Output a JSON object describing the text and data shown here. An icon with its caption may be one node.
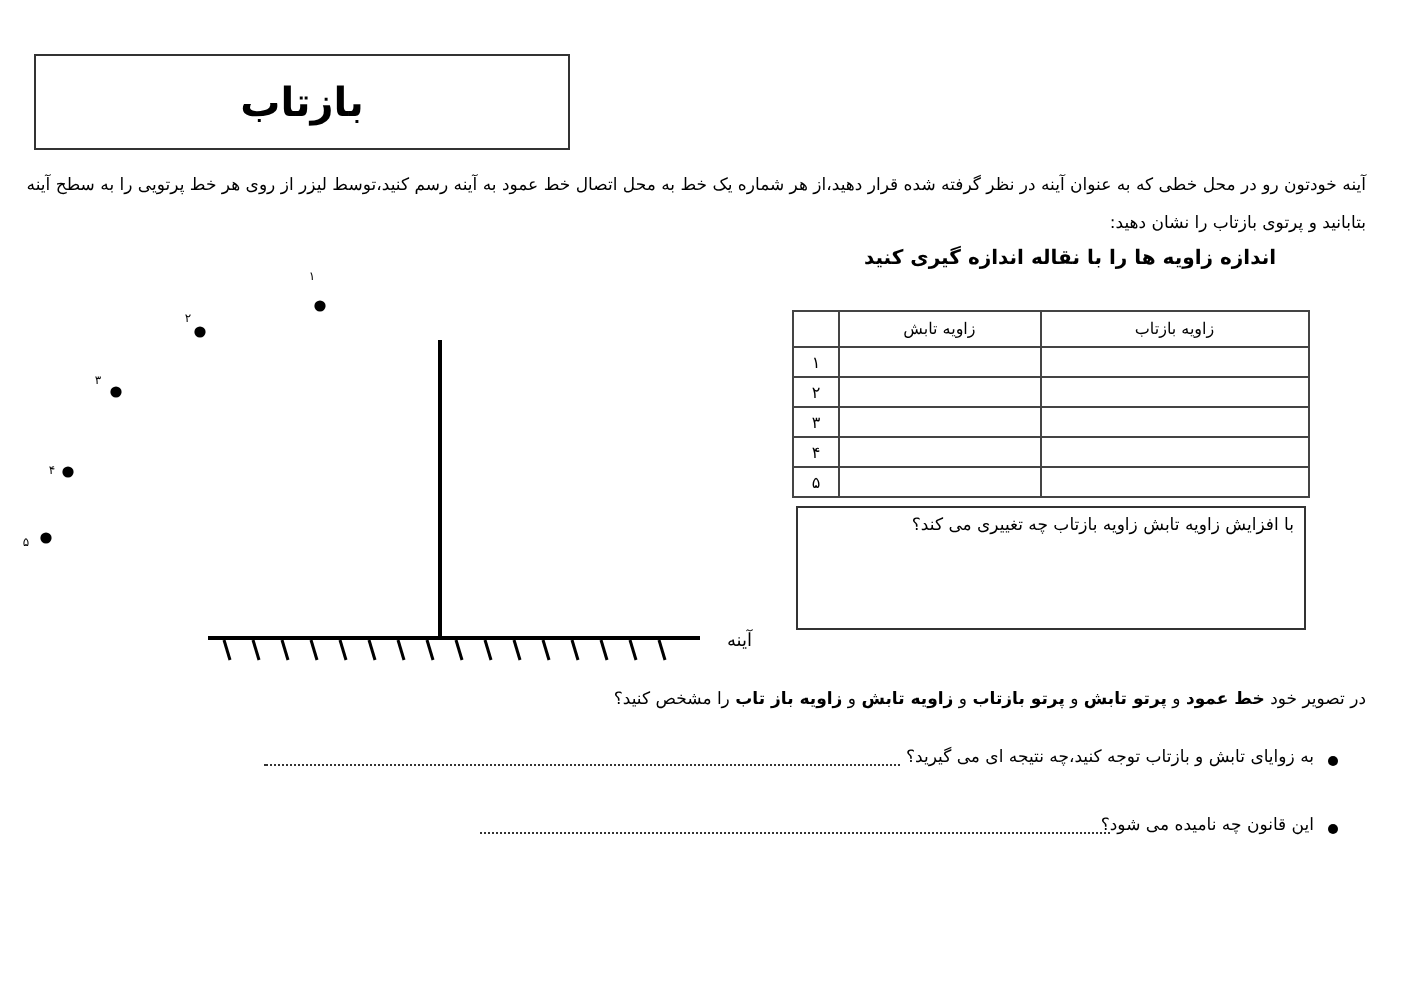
{
  "diagram": {
    "title": "بازتاب",
    "nodes": [
      {
        "text": [
          "با افزایش زاویه تابش زاویه بازتاب چه تغییری می کند؟"
        ]
      }
    ],
    "labels": [
      "آینه خودتون رو در محل خطی که به عنوان آینه در نظر گرفته شده قرار دهید،از هر شماره یک خط به محل اتصال خط عمود به آینه رسم کنید،توسط لیزر از روی هر خط پرتویی را به سطح آینه بتابانید و پرتوی بازتاب را نشان دهید:",
      "اندازه زاویه ها را با نقاله اندازه گیری کنید",
      "۱",
      "۲",
      "۳",
      "۴",
      "۵",
      "زاویه تابش",
      "زاویه بازتاب",
      "۱",
      "۲",
      "۳",
      "۴",
      "۵",
      "آینه",
      "در تصویر خود **خط عمود** و **پرتو تابش** و **پرتو بازتاب** و **زاویه تابش** و **زاویه باز تاب** را مشخص کنید؟",
      "به زوایای تابش و بازتاب توجه کنید،چه نتیجه ای می گیرید؟",
      "این قانون چه نامیده می شود؟"
    ]
  }
}
